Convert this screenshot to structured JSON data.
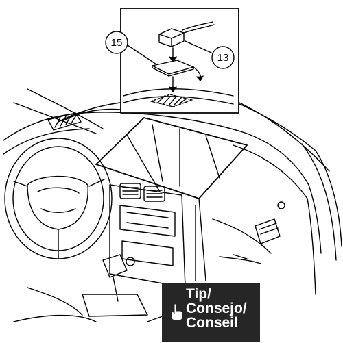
{
  "callouts": [
    {
      "number": "15",
      "part": "adhesive-pad"
    },
    {
      "number": "13",
      "part": "sensor-module"
    }
  ],
  "tip_box": {
    "lines": [
      "Tip/",
      "Consejo/",
      "Conseil"
    ],
    "icon": "pointing-hand-icon",
    "background": "#262626",
    "text_color": "#ffffff"
  }
}
